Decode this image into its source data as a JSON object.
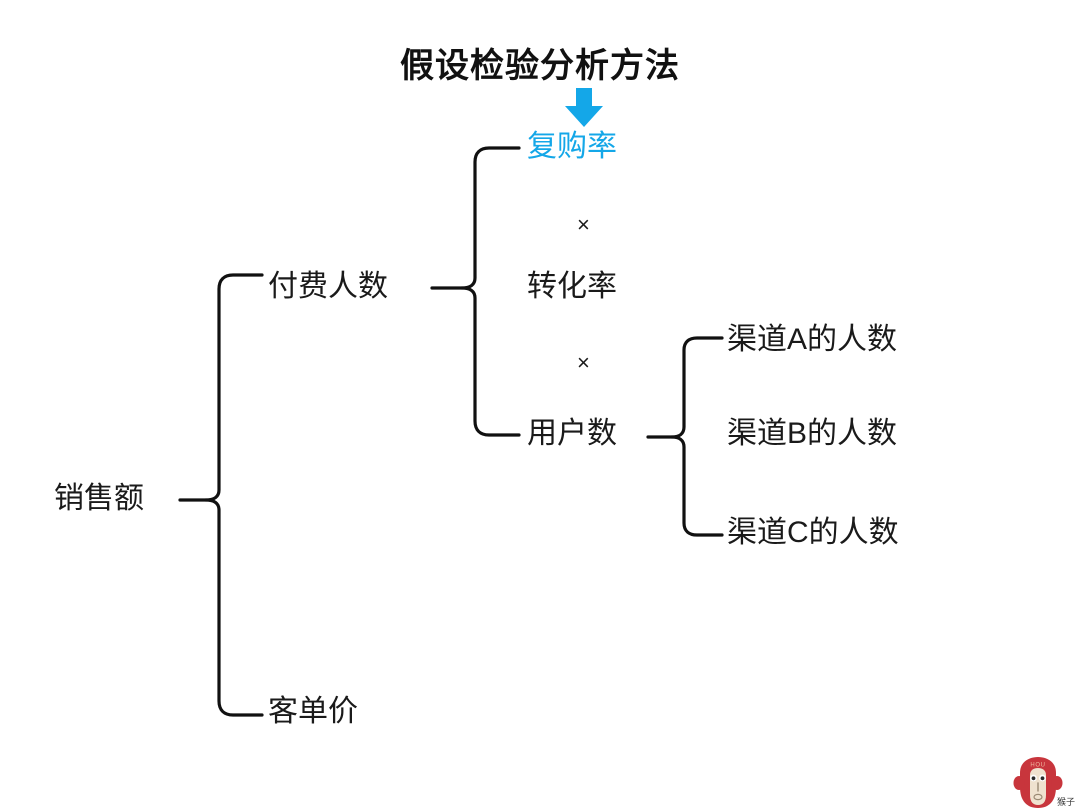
{
  "page": {
    "title": "假设检验分析方法",
    "background_color": "#ffffff",
    "highlight_color": "#14A7E8",
    "text_color": "#1a1a1a"
  },
  "arrow": {
    "name": "down-arrow",
    "color": "#14A7E8",
    "points_to": "复购率"
  },
  "tree": {
    "root": {
      "label": "销售额"
    },
    "level1": [
      {
        "label": "付费人数"
      },
      {
        "label": "客单价"
      }
    ],
    "level2": [
      {
        "label": "复购率",
        "highlighted": true,
        "color": "#14A7E8"
      },
      {
        "label": "转化率",
        "highlighted": false
      },
      {
        "label": "用户数",
        "highlighted": false
      }
    ],
    "level2_operators": [
      "×",
      "×"
    ],
    "level3": [
      {
        "label": "渠道A的人数"
      },
      {
        "label": "渠道B的人数"
      },
      {
        "label": "渠道C的人数"
      }
    ]
  },
  "watermark": {
    "label": "猴子",
    "logo_text": "HOU",
    "logo_color": "#C8353C"
  }
}
